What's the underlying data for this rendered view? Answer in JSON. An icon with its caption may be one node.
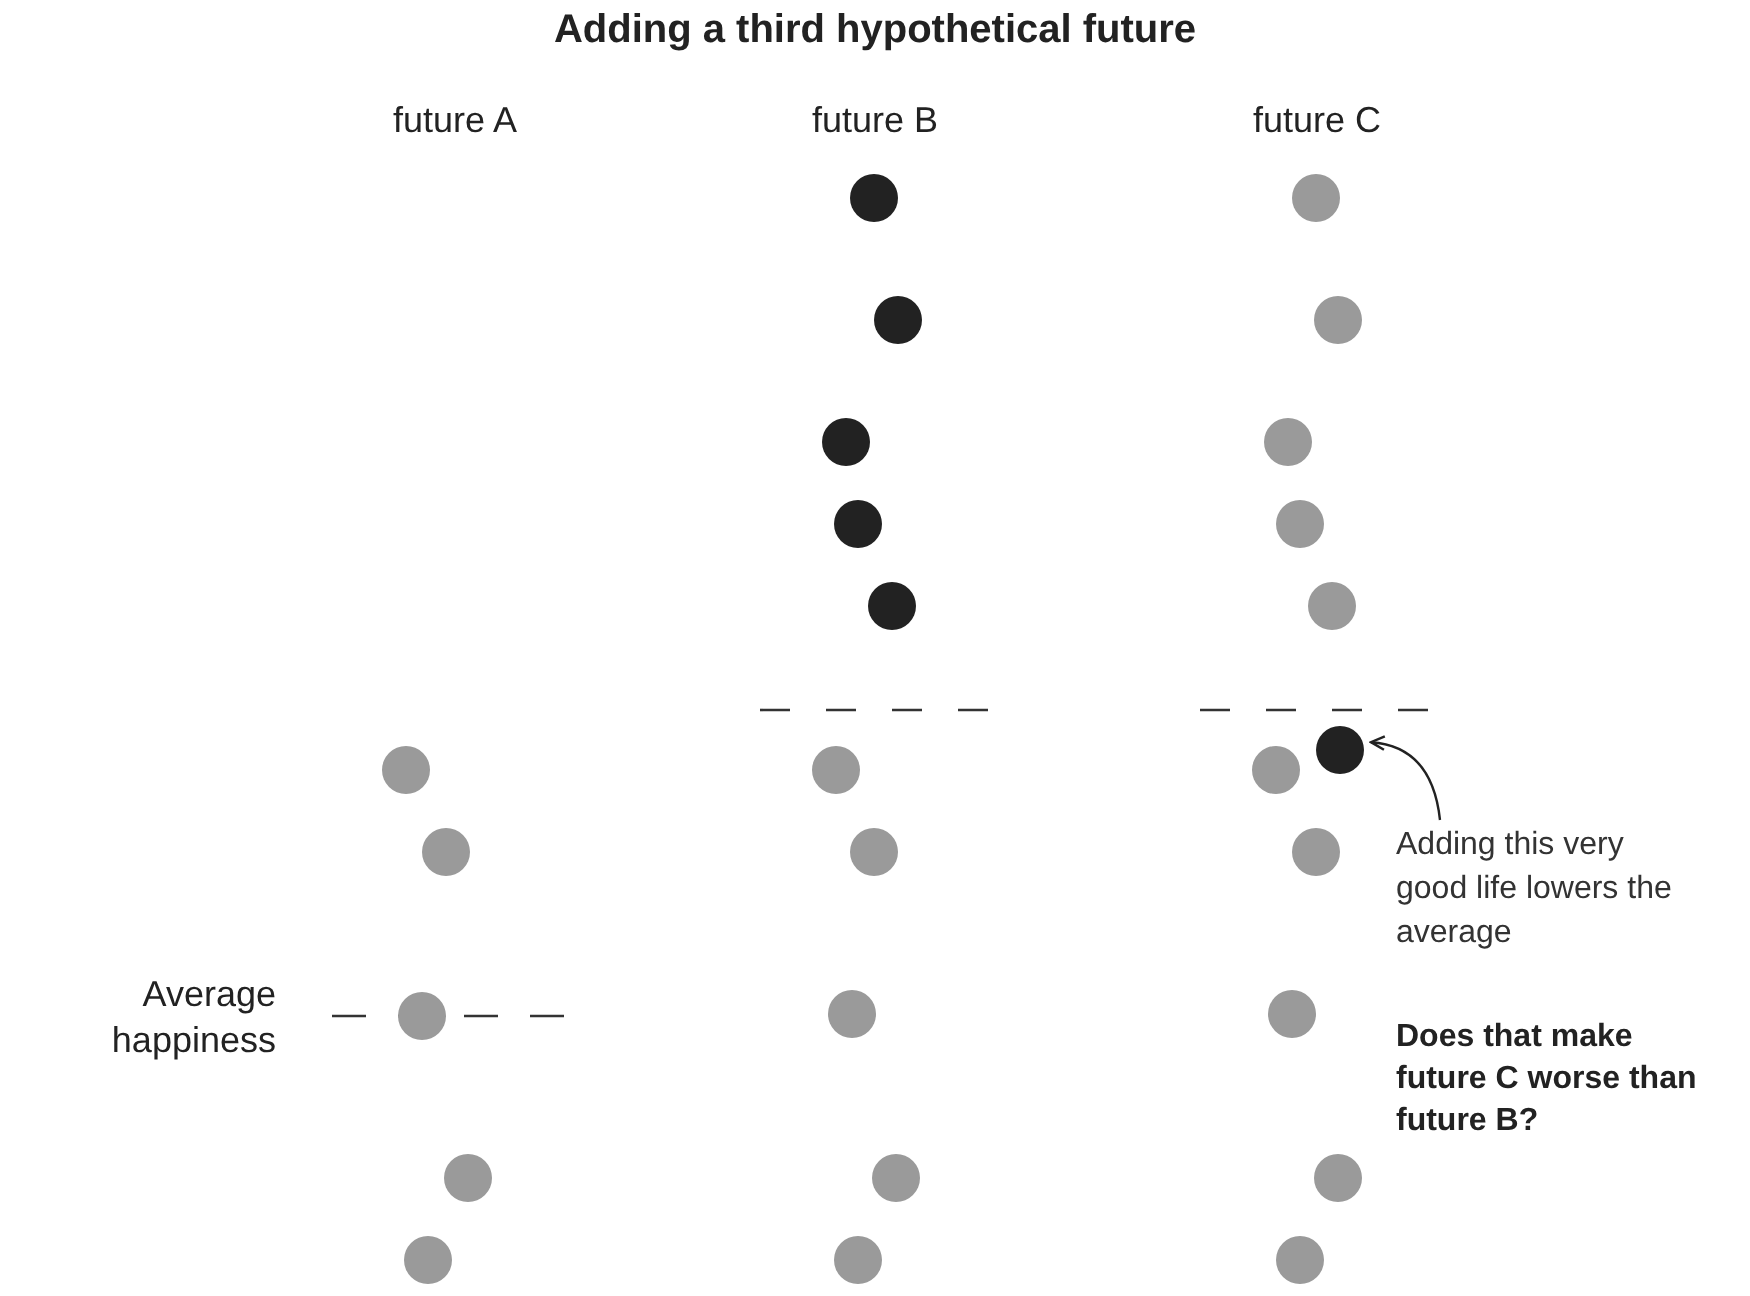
{
  "diagram": {
    "title": "Adding a third hypothetical future",
    "nodes": [
      {
        "text": [
          "Adding this very good life lowers the average"
        ]
      },
      {
        "text": [],
        "shape": "circle"
      }
    ],
    "edges": [
      {
        "from": 0,
        "to": 1,
        "arrow": "to"
      }
    ],
    "labels": [
      "future A",
      "future B",
      "future C",
      "Average happiness",
      "Does that make future C worse than future B?"
    ]
  }
}
